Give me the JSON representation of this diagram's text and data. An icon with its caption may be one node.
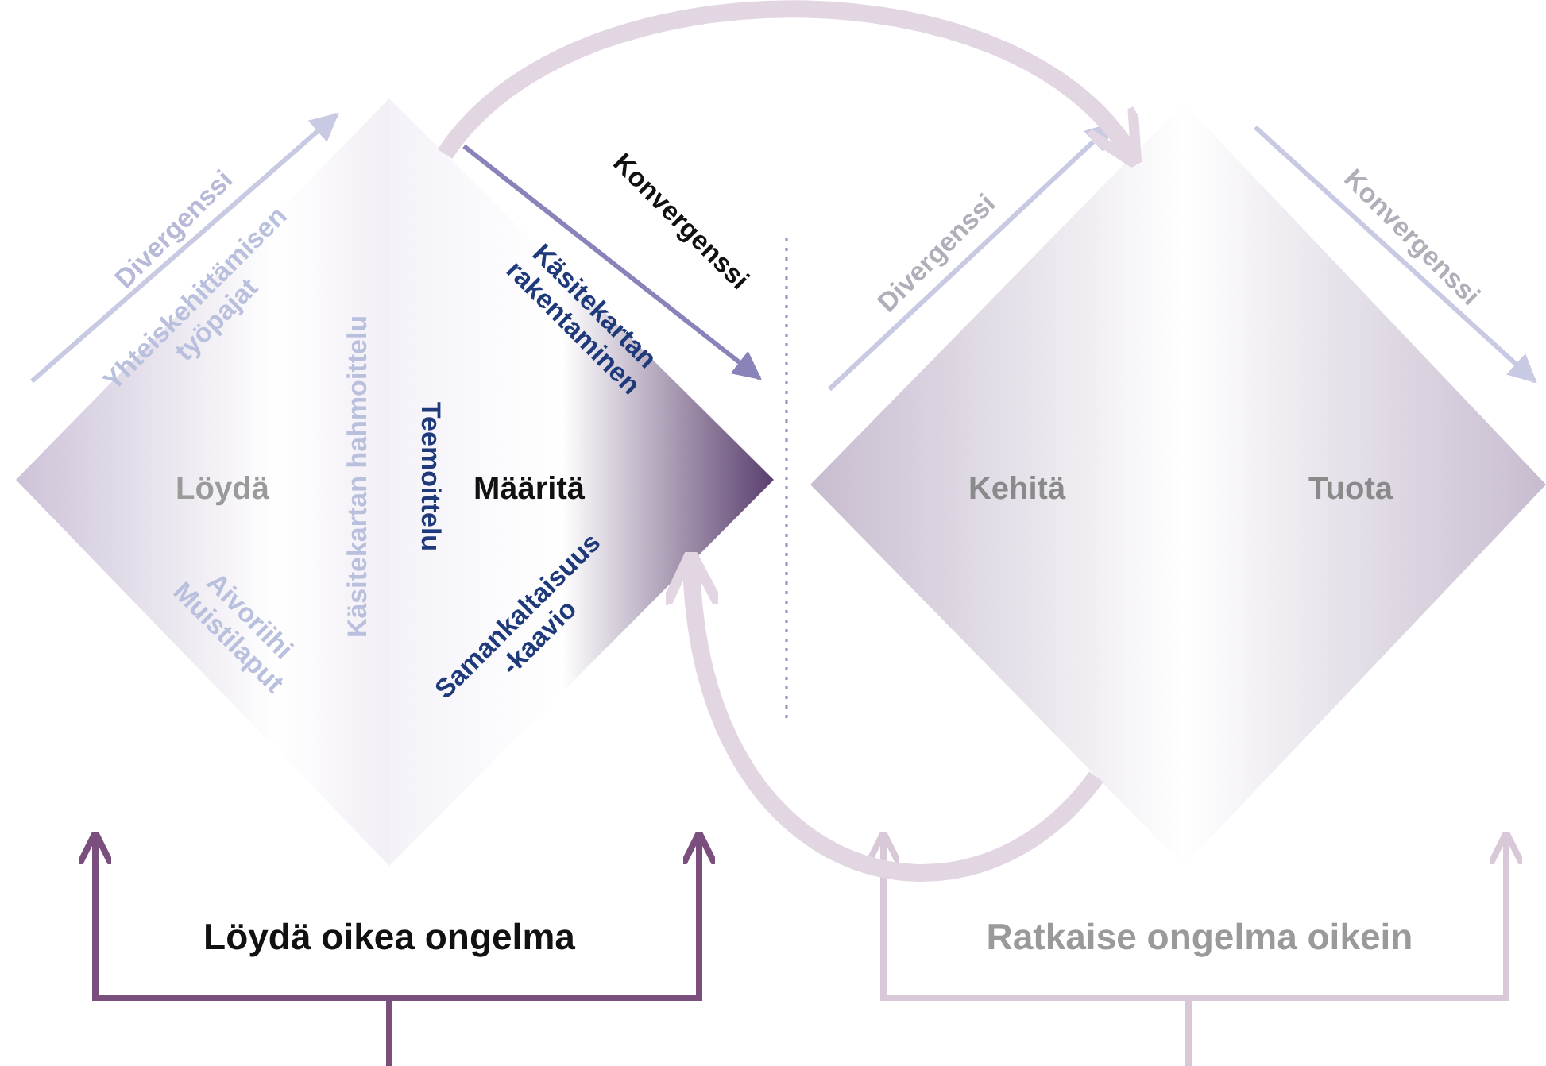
{
  "diagram": {
    "nodes": [
      {
        "text": [
          "Löydä",
          "Yhteiskehittämisen työpajat",
          "Aivoriihi Muistilaput",
          "Käsitekartan hahmoittelu"
        ]
      },
      {
        "text": [
          "Määritä",
          "Teemoittelu",
          "Käsitekartan rakentaminen",
          "Samankaltaisuus -kaavio"
        ]
      },
      {
        "text": [
          "Kehitä"
        ]
      },
      {
        "text": [
          "Tuota"
        ]
      }
    ],
    "edges": [
      {
        "from": 1,
        "to": 2,
        "arrow": "to",
        "color": "#e2d6e2"
      },
      {
        "from": 2,
        "to": 1,
        "arrow": "to",
        "color": "#e2d6e2"
      }
    ],
    "labels": [
      "Divergenssi",
      "Konvergenssi",
      "Divergenssi",
      "Konvergenssi",
      "Löydä oikea ongelma",
      "Ratkaise ongelma oikein"
    ]
  }
}
